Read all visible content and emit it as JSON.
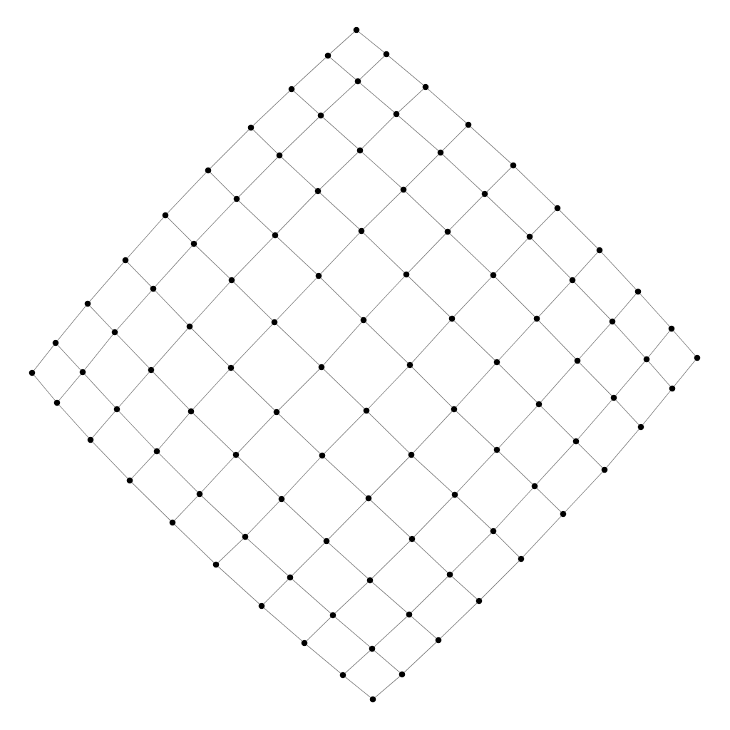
{
  "diagram": {
    "type": "grid-graph",
    "rows": 10,
    "columns": 10,
    "node_count": 100,
    "edge_count": 180,
    "node_color": "#000000",
    "edge_color": "#7a7a7a",
    "background": "#ffffff"
  }
}
